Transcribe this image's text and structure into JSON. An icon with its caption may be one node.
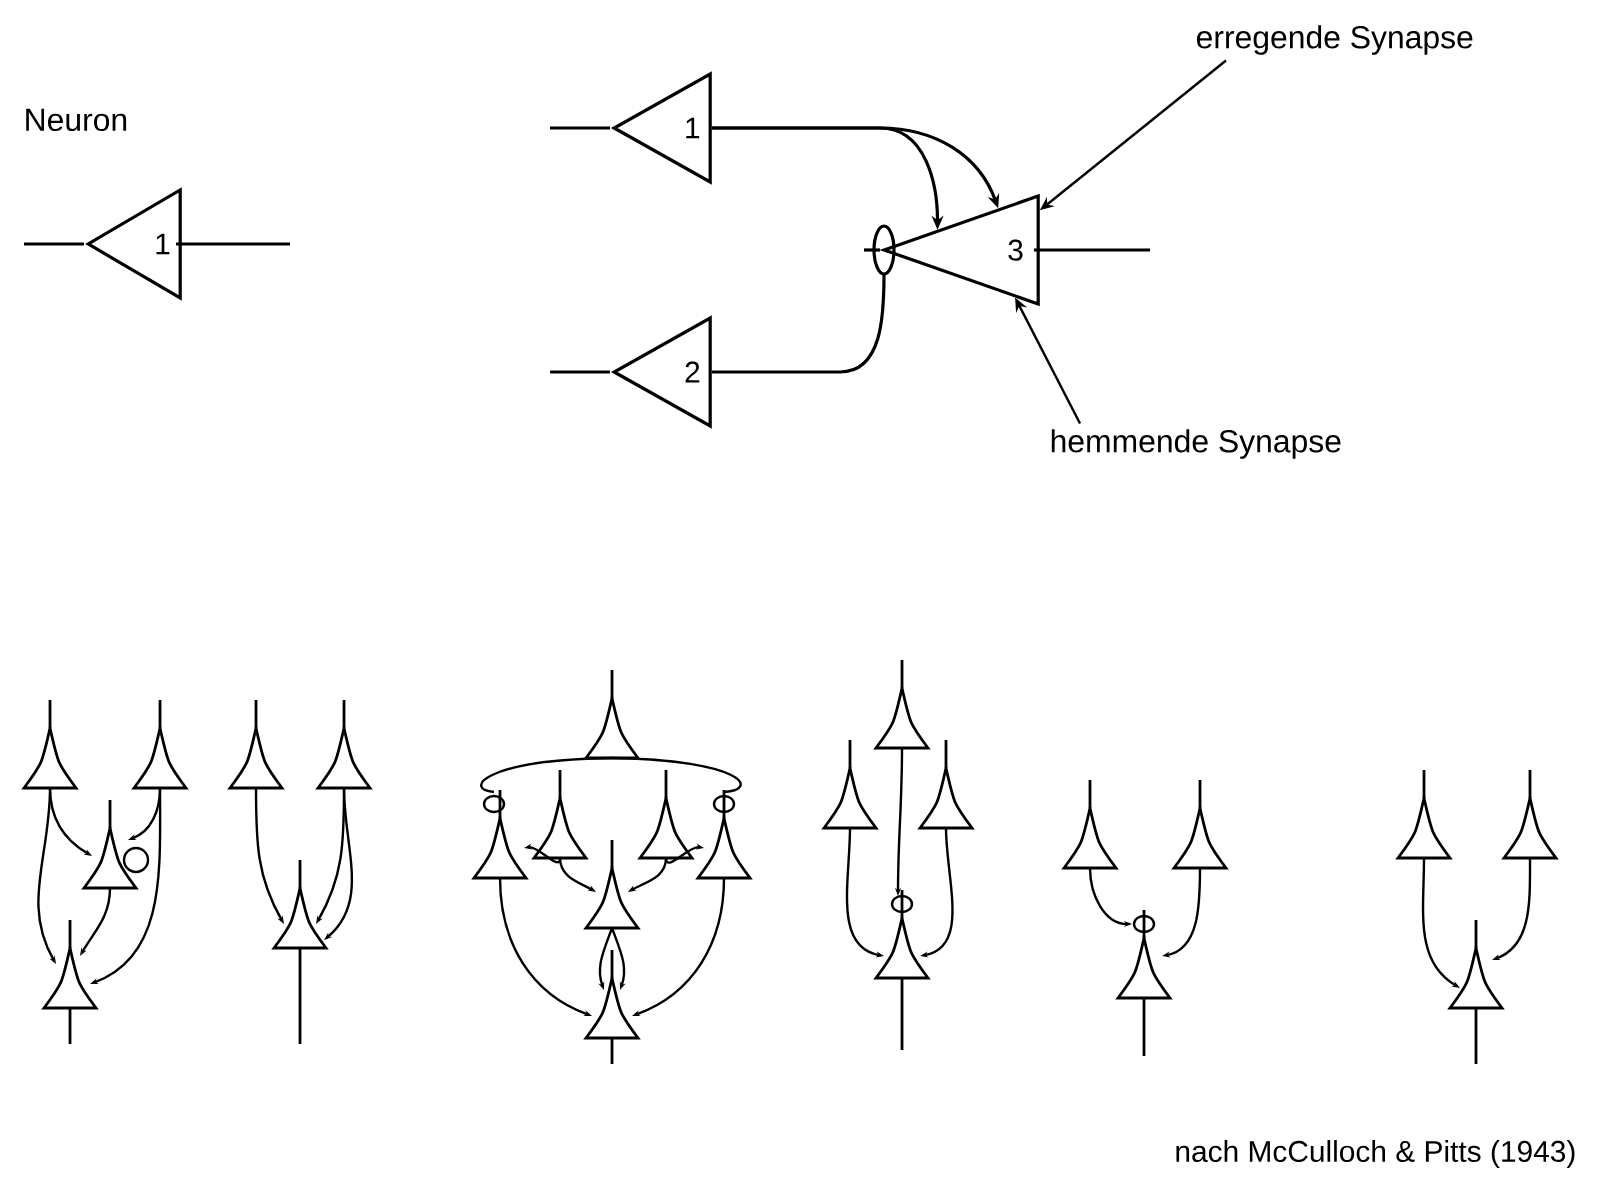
{
  "diagram": {
    "caption": "nach McCulloch & Pitts (1943)",
    "nodes": [
      {
        "text": [
          "1"
        ],
        "beside": [
          "Neuron"
        ]
      },
      {
        "text": [
          "1"
        ]
      },
      {
        "text": [
          "2"
        ]
      },
      {
        "text": [
          "3"
        ]
      },
      {
        "text": [
          "erregende Synapse"
        ]
      },
      {
        "text": [
          "hemmende Synapse"
        ]
      }
    ],
    "edges": [
      {
        "from": 1,
        "to": 3,
        "arrow": "to"
      },
      {
        "from": 1,
        "to": 3,
        "arrow": "to"
      },
      {
        "from": 2,
        "to": 3,
        "arrow": "other"
      },
      {
        "from": 4,
        "to": 3,
        "arrow": "to"
      },
      {
        "from": 5,
        "to": 3,
        "arrow": "to"
      }
    ]
  }
}
